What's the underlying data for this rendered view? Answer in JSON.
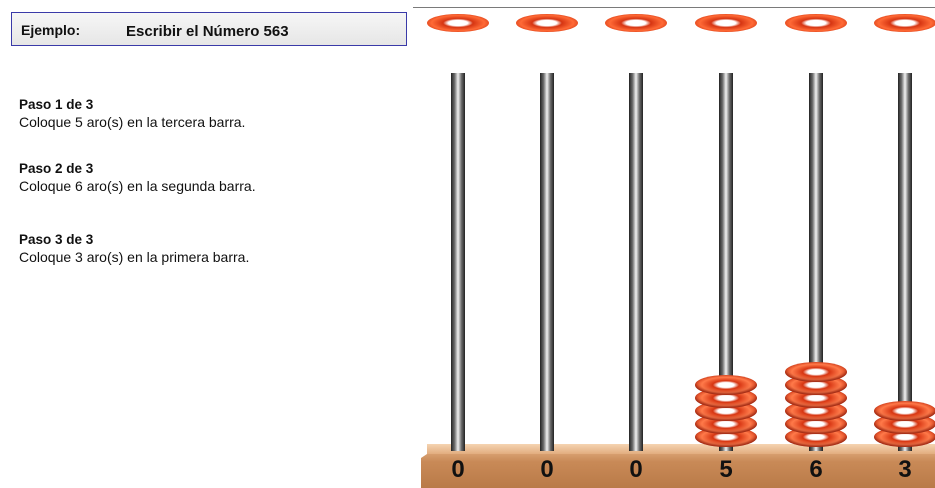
{
  "header": {
    "label": "Ejemplo:",
    "value": "Escribir el Número 563"
  },
  "steps": [
    {
      "title": "Paso 1 de 3",
      "text": "Coloque 5 aro(s) en la tercera barra."
    },
    {
      "title": "Paso 2 de 3",
      "text": "Coloque 6 aro(s) en la segunda barra."
    },
    {
      "title": "Paso 3 de 3",
      "text": "Coloque 3 aro(s) en la primera barra."
    }
  ],
  "abacus": {
    "ring_color": "#e03a12",
    "base_color": "#c98a57",
    "rods": [
      {
        "digit": "0",
        "rings": 0
      },
      {
        "digit": "0",
        "rings": 0
      },
      {
        "digit": "0",
        "rings": 0
      },
      {
        "digit": "5",
        "rings": 5
      },
      {
        "digit": "6",
        "rings": 6
      },
      {
        "digit": "3",
        "rings": 3
      }
    ]
  }
}
